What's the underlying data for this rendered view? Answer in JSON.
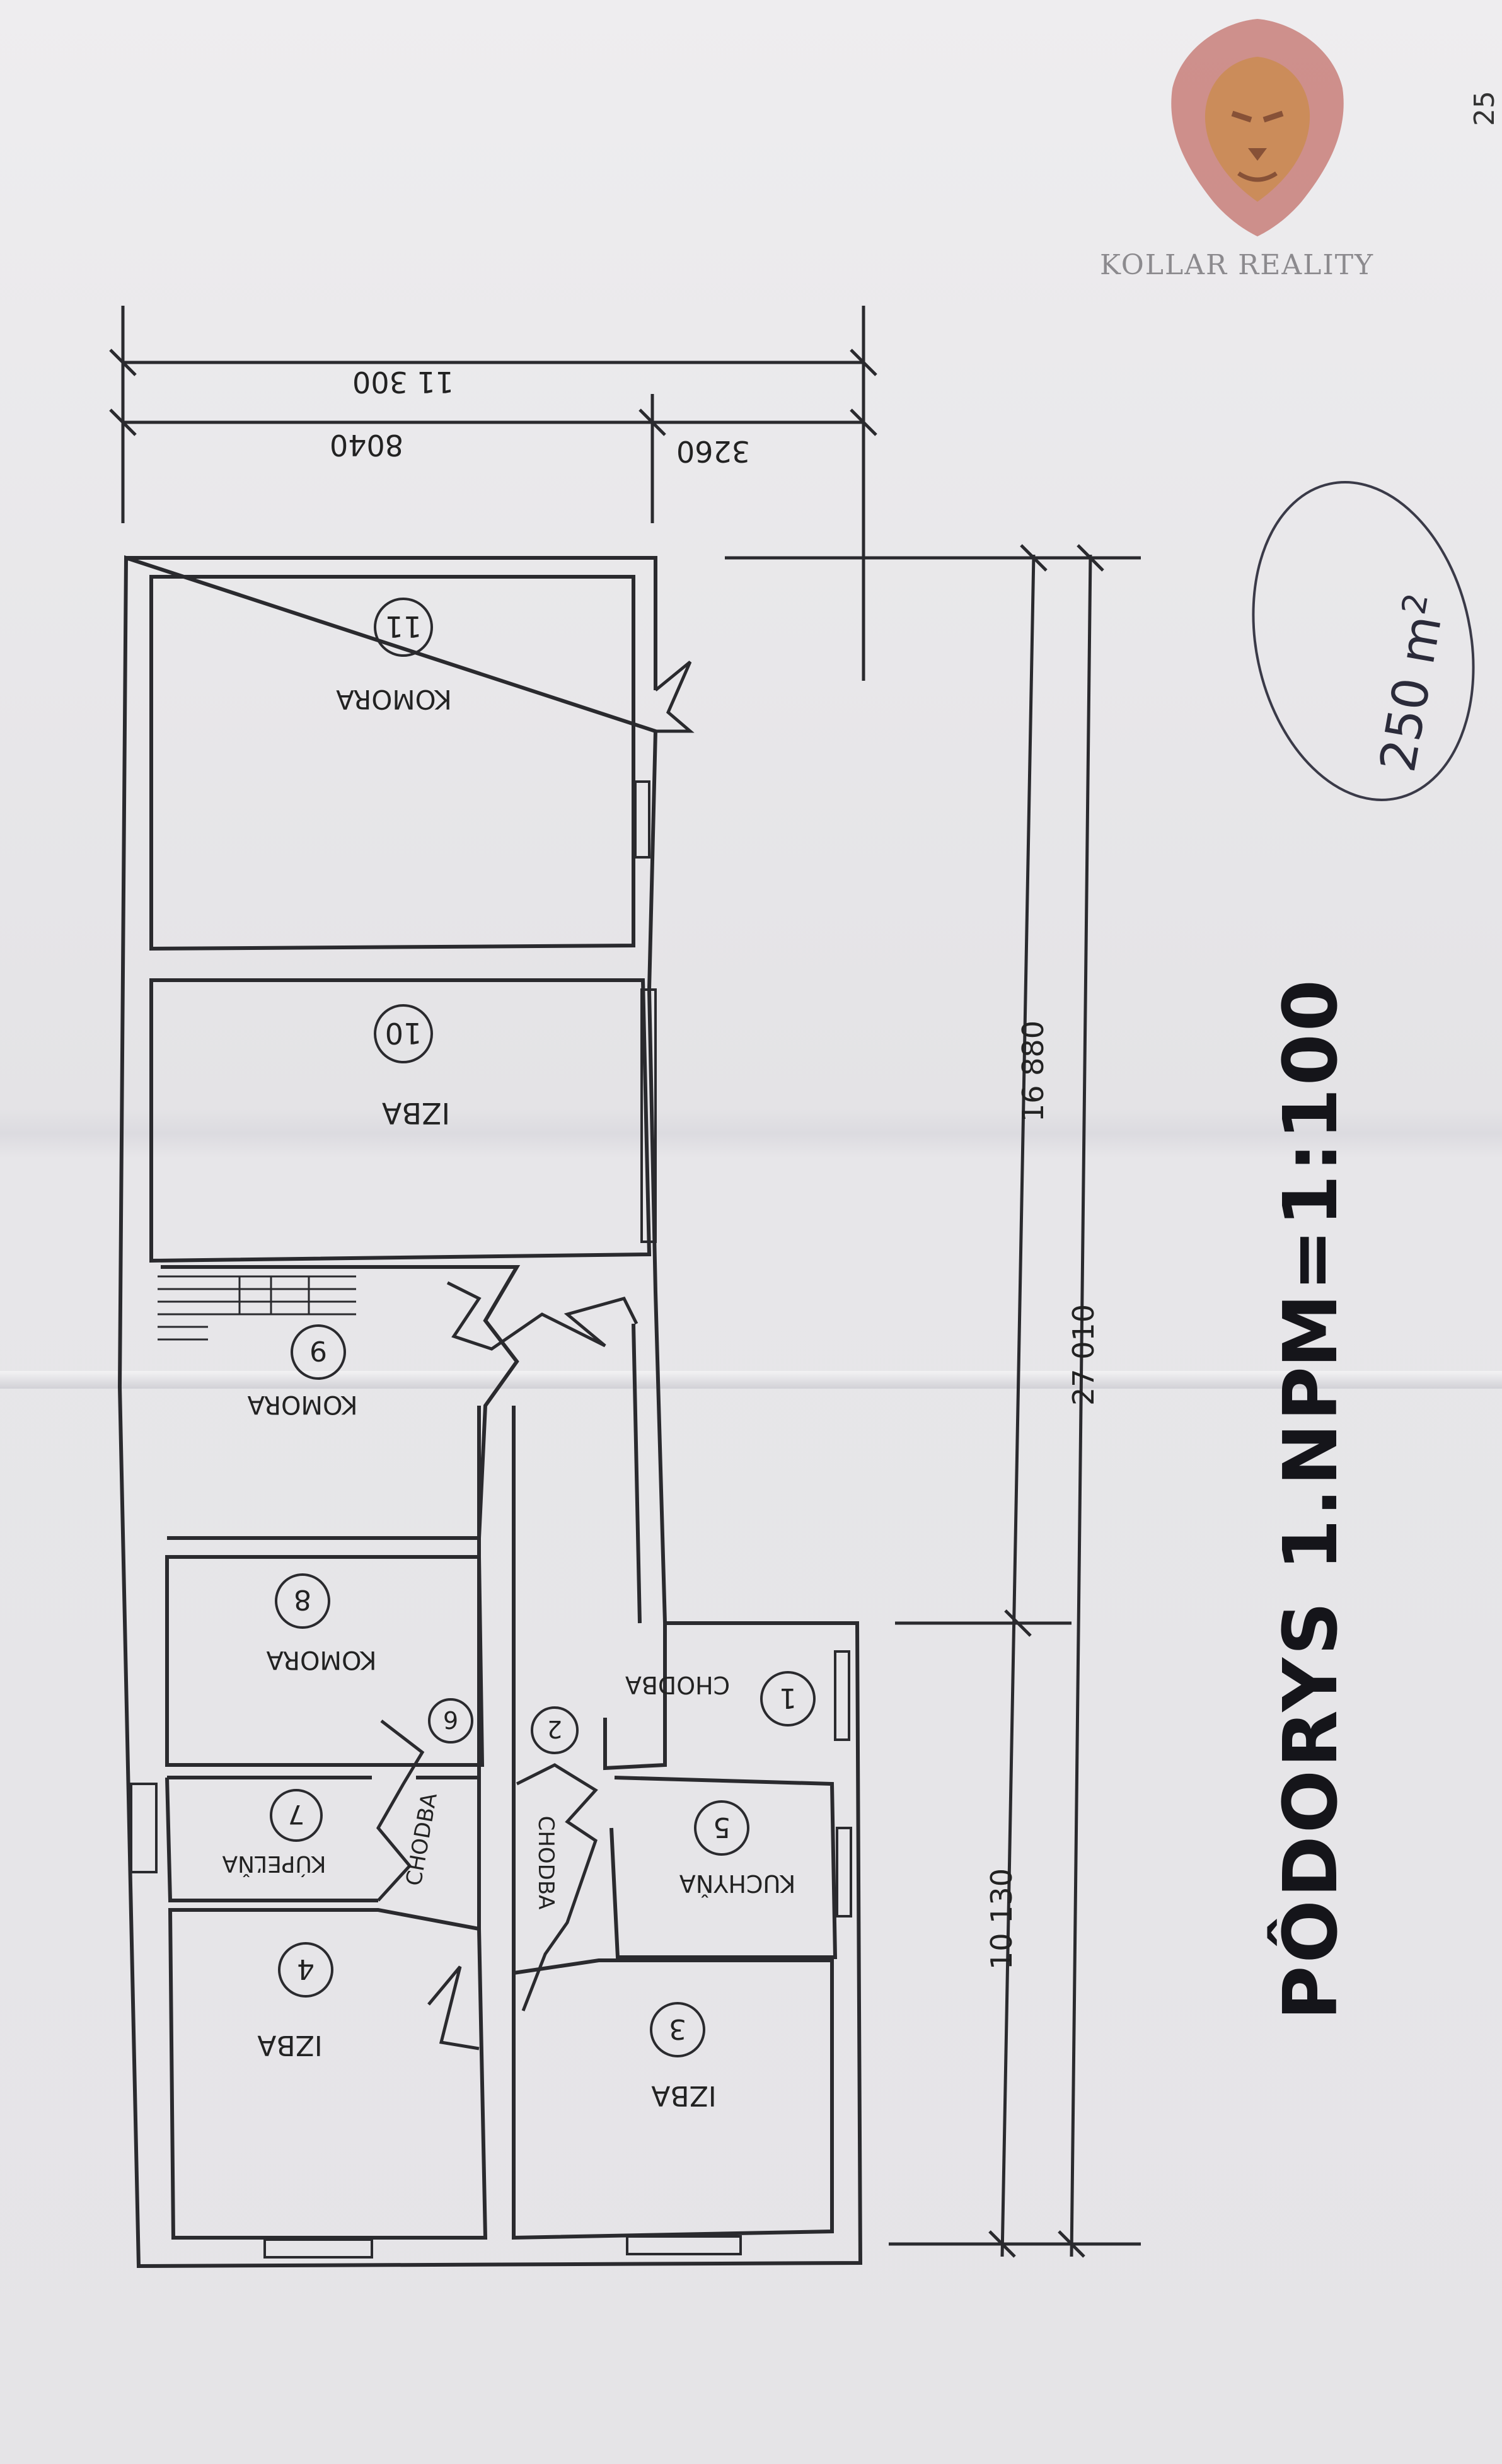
{
  "watermark": {
    "brand": "KOLLAR REALITY",
    "logo_icon": "lion-head-logo-icon",
    "colors": {
      "mane": "#b5443a",
      "face": "#c98a3a"
    }
  },
  "page_number": "25",
  "title": "PÔDORYS 1.NP",
  "scale": "M=1:100",
  "handwritten_area": {
    "value": "250 m",
    "superscript": "2"
  },
  "dimensions": {
    "overall_width": "11 300",
    "width_part_1": "8040",
    "width_part_2": "3260",
    "overall_length": "27 010",
    "length_part_1": "16 880",
    "length_part_2": "10 130"
  },
  "rooms": [
    {
      "number": "1",
      "name": "CHODBA"
    },
    {
      "number": "2",
      "name": "CHODBA"
    },
    {
      "number": "3",
      "name": "IZBA"
    },
    {
      "number": "4",
      "name": "IZBA"
    },
    {
      "number": "5",
      "name": "KUCHYŇA"
    },
    {
      "number": "6",
      "name": "CHODBA"
    },
    {
      "number": "7",
      "name": "KÚPEĽŇA"
    },
    {
      "number": "8",
      "name": "KOMORA"
    },
    {
      "number": "9",
      "name": "KOMORA"
    },
    {
      "number": "10",
      "name": "IZBA"
    },
    {
      "number": "11",
      "name": "KOMORA"
    }
  ],
  "colors": {
    "ink": "#2a2a2e",
    "paper": "#e9e8ea"
  }
}
